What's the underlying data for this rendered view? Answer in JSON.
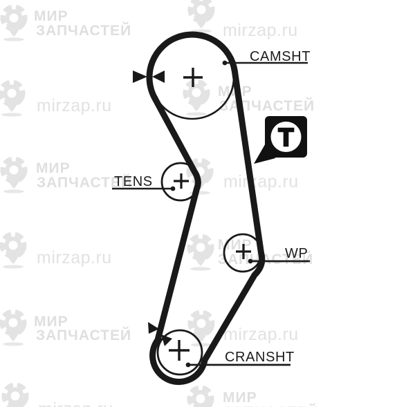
{
  "diagram": {
    "title_hint": "timing-belt-routing-diagram",
    "labels": {
      "camshaft": "CAMSHT",
      "tensioner": "TENS",
      "water_pump": "WP",
      "crankshaft": "CRANSHT"
    },
    "timing_marker": "T",
    "colors": {
      "line": "#191919",
      "background": "#ffffff"
    }
  },
  "watermark": {
    "brand_line1": "МИР",
    "brand_line2": "ЗАПЧАСТЕЙ",
    "domain": "mirzap.ru",
    "color": "#dfdfdf"
  }
}
